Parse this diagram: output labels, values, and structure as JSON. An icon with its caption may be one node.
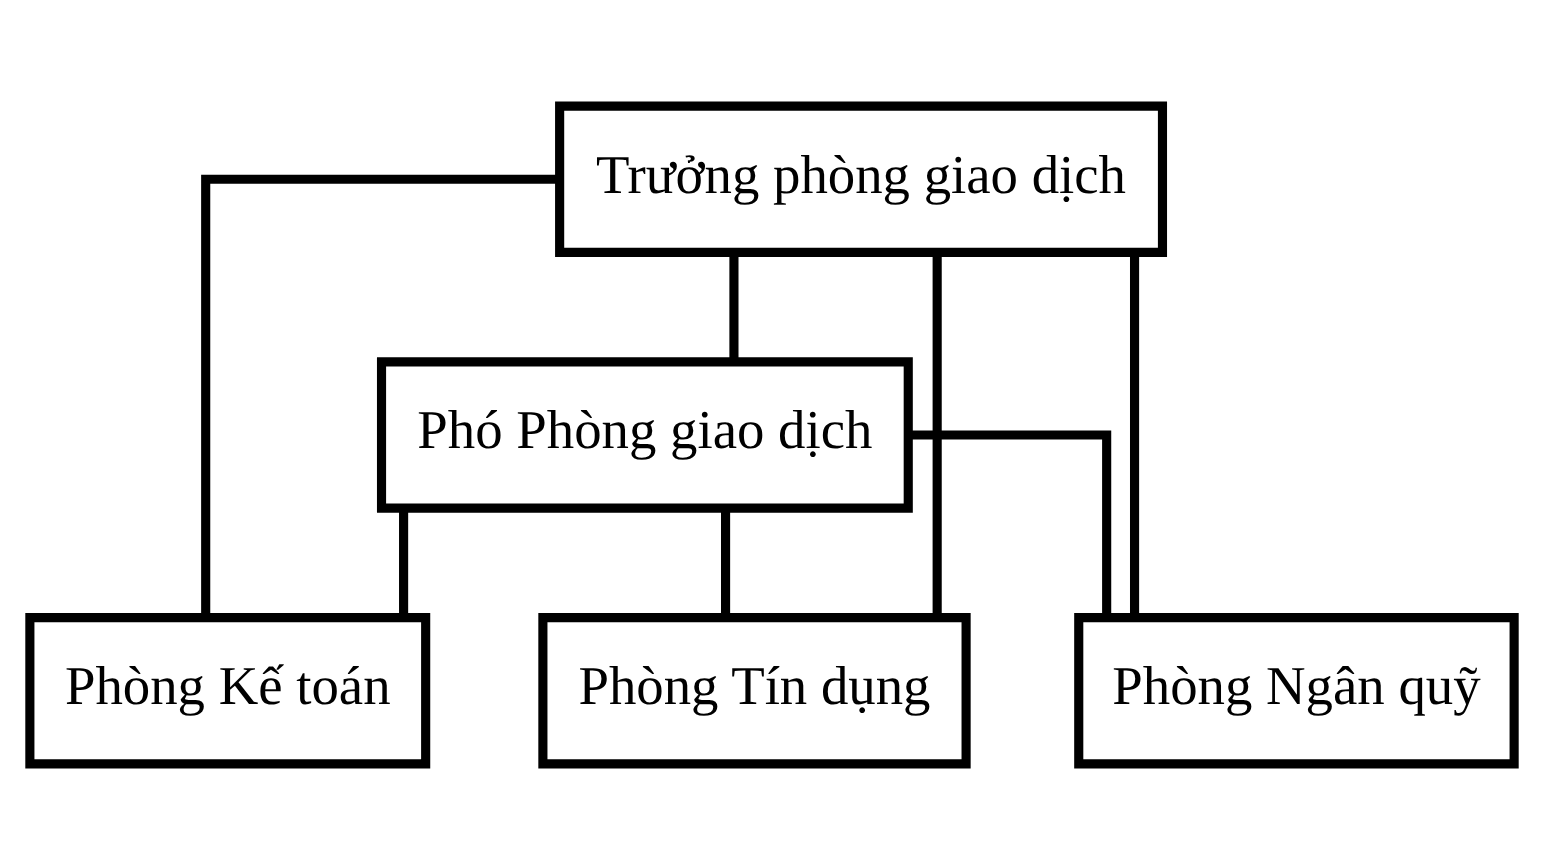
{
  "diagram": {
    "nodes": [
      {
        "text": [
          "Trưởng phòng giao dịch"
        ]
      },
      {
        "text": [
          "Phó Phòng giao dịch"
        ]
      },
      {
        "text": [
          "Phòng Kế toán"
        ]
      },
      {
        "text": [
          "Phòng Tín dụng"
        ]
      },
      {
        "text": [
          "Phòng Ngân quỹ"
        ]
      }
    ],
    "edges": [
      {
        "from": 0,
        "to": 1,
        "arrow": "none"
      },
      {
        "from": 0,
        "to": 2,
        "arrow": "none"
      },
      {
        "from": 0,
        "to": 3,
        "arrow": "none"
      },
      {
        "from": 0,
        "to": 4,
        "arrow": "none"
      },
      {
        "from": 1,
        "to": 2,
        "arrow": "none"
      },
      {
        "from": 1,
        "to": 3,
        "arrow": "none"
      },
      {
        "from": 1,
        "to": 4,
        "arrow": "none"
      }
    ]
  }
}
